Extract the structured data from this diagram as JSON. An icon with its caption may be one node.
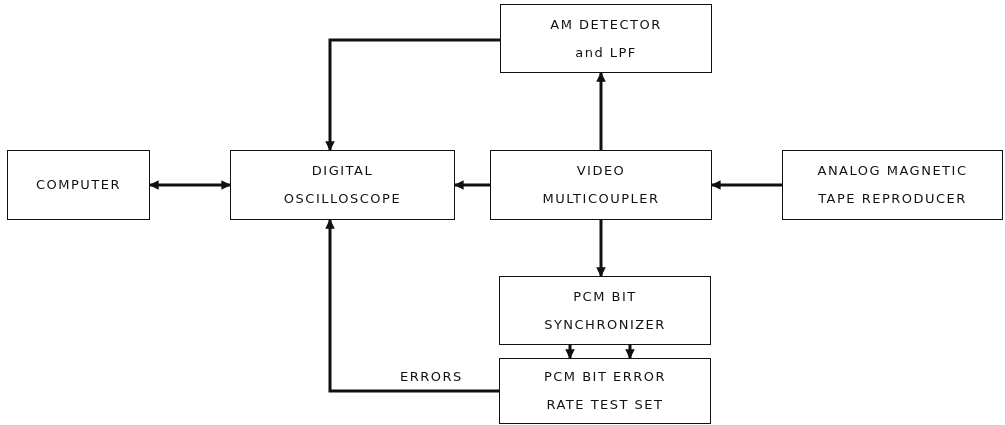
{
  "diagram": {
    "nodes": [
      {
        "text": [
          "COMPUTER"
        ]
      },
      {
        "text": [
          "DIGITAL OSCILLOSCOPE"
        ]
      },
      {
        "text": [
          "AM DETECTOR and LPF"
        ]
      },
      {
        "text": [
          "VIDEO MULTICOUPLER"
        ]
      },
      {
        "text": [
          "ANALOG MAGNETIC TAPE REPRODUCER"
        ]
      },
      {
        "text": [
          "PCM BIT SYNCHRONIZER"
        ]
      },
      {
        "text": [
          "PCM BIT ERROR RATE TEST SET"
        ]
      }
    ],
    "edges": [
      {
        "from": 0,
        "to": 1,
        "arrow": "both"
      },
      {
        "from": 2,
        "to": 1,
        "arrow": "to"
      },
      {
        "from": 3,
        "to": 2,
        "arrow": "to"
      },
      {
        "from": 3,
        "to": 1,
        "arrow": "to"
      },
      {
        "from": 4,
        "to": 3,
        "arrow": "to"
      },
      {
        "from": 3,
        "to": 5,
        "arrow": "to"
      },
      {
        "from": 5,
        "to": 6,
        "arrow": "to"
      },
      {
        "from": 5,
        "to": 6,
        "arrow": "to"
      },
      {
        "from": 6,
        "to": 1,
        "arrow": "to",
        "label": "ERRORS"
      }
    ]
  }
}
